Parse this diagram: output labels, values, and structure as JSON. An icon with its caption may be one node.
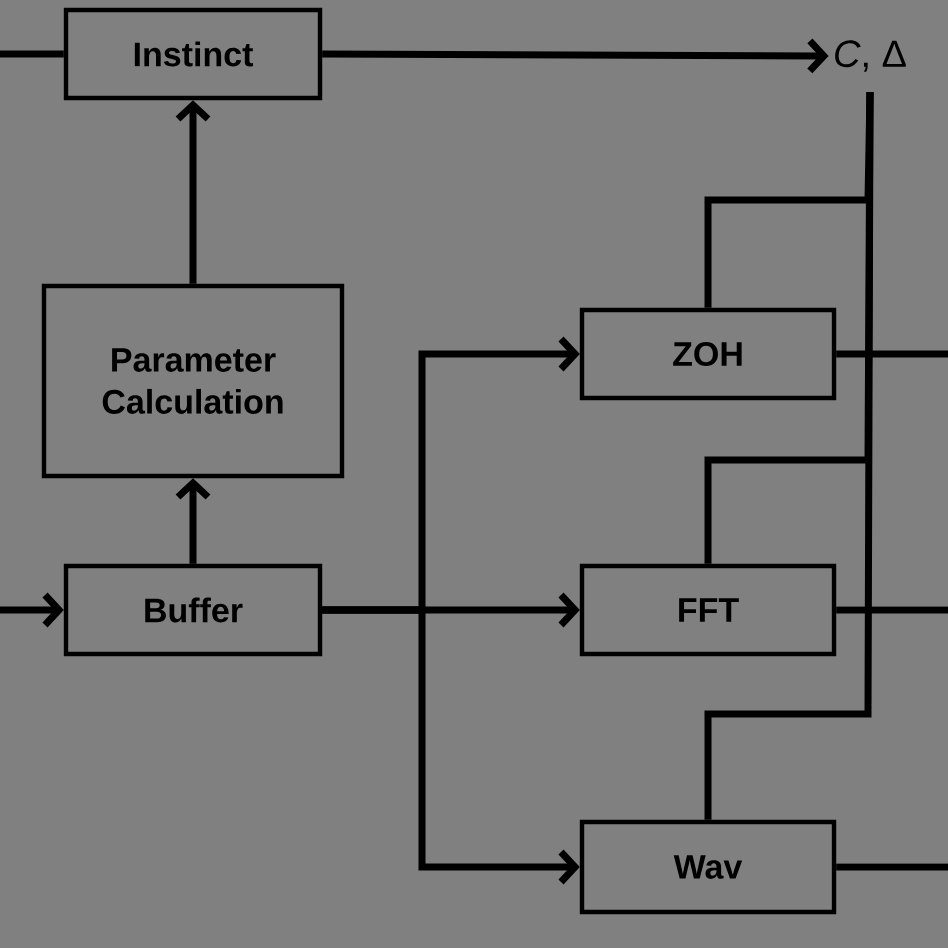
{
  "diagram": {
    "nodes": [
      {
        "text": [
          "Instinct"
        ]
      },
      {
        "text": [
          "*C*, Δ"
        ]
      },
      {
        "text": [
          "Parameter Calculation"
        ]
      },
      {
        "text": [
          "ZOH"
        ]
      },
      {
        "text": [
          "Buffer"
        ]
      },
      {
        "text": [
          "FFT"
        ]
      },
      {
        "text": [
          "Wav"
        ]
      }
    ],
    "edges": [
      {
        "from": null,
        "to": 0,
        "arrow": "none"
      },
      {
        "from": 0,
        "to": 1,
        "arrow": "to"
      },
      {
        "from": 2,
        "to": 0,
        "arrow": "to"
      },
      {
        "from": 4,
        "to": 2,
        "arrow": "to"
      },
      {
        "from": null,
        "to": 4,
        "arrow": "to"
      },
      {
        "from": 4,
        "to": 3,
        "arrow": "to"
      },
      {
        "from": 4,
        "to": 5,
        "arrow": "to"
      },
      {
        "from": 4,
        "to": 6,
        "arrow": "to"
      },
      {
        "from": 3,
        "to": 1,
        "arrow": "none"
      },
      {
        "from": 5,
        "to": 1,
        "arrow": "none"
      },
      {
        "from": 6,
        "to": 1,
        "arrow": "none"
      },
      {
        "from": 3,
        "to": null,
        "arrow": "none"
      },
      {
        "from": 5,
        "to": null,
        "arrow": "none"
      },
      {
        "from": 6,
        "to": null,
        "arrow": "none"
      }
    ]
  }
}
